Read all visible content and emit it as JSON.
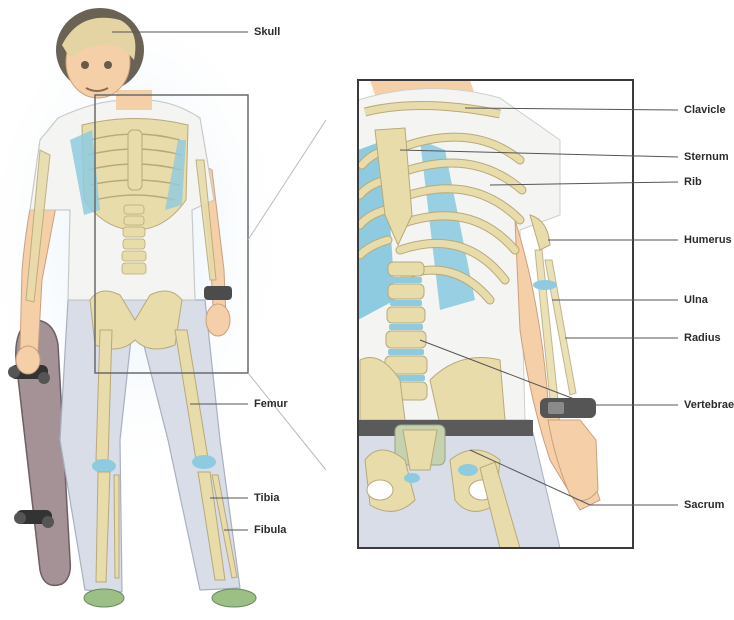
{
  "labels": {
    "skull": "Skull",
    "femur": "Femur",
    "tibia": "Tibia",
    "fibula": "Fibula",
    "clavicle": "Clavicle",
    "sternum": "Sternum",
    "rib": "Rib",
    "humerus": "Humerus",
    "ulna": "Ulna",
    "radius": "Radius",
    "vertebrae": "Vertebrae",
    "sacrum": "Sacrum"
  },
  "colors": {
    "bone": "#e8dcaa",
    "bone_outline": "#b9a979",
    "cartilage": "#8ecbe0",
    "skin": "#f5cfa8",
    "shirt": "#f4f4f2",
    "jeans": "#d8dde8",
    "hair": "#6b6256",
    "skateboard": "#a49296",
    "leader_line": "#555555",
    "frame": "#6a6a6a"
  },
  "icons": {
    "figure": "full-body-skeleton-figure",
    "detail": "torso-closeup-skeleton",
    "skateboard": "skateboard-icon",
    "watch": "wristband-icon"
  }
}
